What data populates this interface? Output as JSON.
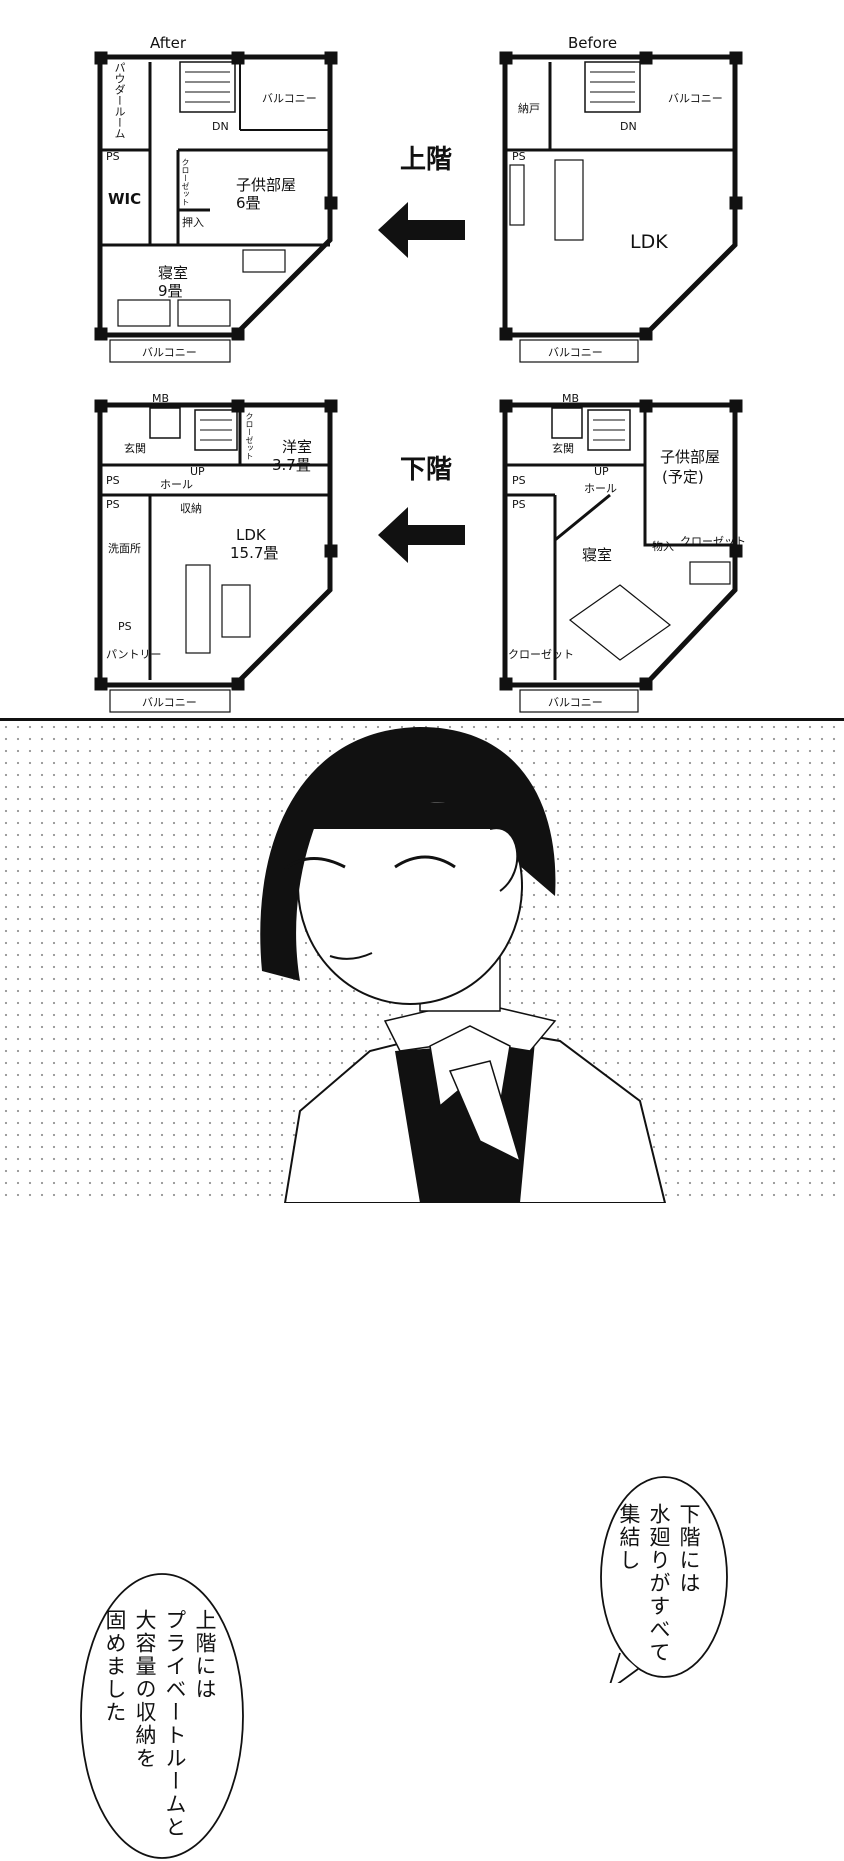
{
  "labels": {
    "after": "After",
    "before": "Before",
    "upper_floor": "上階",
    "lower_floor": "下階"
  },
  "after_upper": {
    "powder_room": "パウダールーム",
    "balcony_top": "バルコニー",
    "dn": "DN",
    "ps": "PS",
    "wic": "WIC",
    "closet": "クローゼット",
    "oshiire": "押入",
    "kids_room": "子供部屋",
    "kids_size": "6畳",
    "bedroom": "寝室",
    "bedroom_size": "9畳",
    "balcony_bottom": "バルコニー"
  },
  "before_upper": {
    "nando": "納戸",
    "dn": "DN",
    "balcony_top": "バルコニー",
    "ps": "PS",
    "ldk": "LDK",
    "balcony_bottom": "バルコニー"
  },
  "after_lower": {
    "mb": "MB",
    "genkan": "玄関",
    "up": "UP",
    "hall": "ホール",
    "closet": "クローゼット",
    "western_room": "洋室",
    "western_size": "3.7畳",
    "ps1": "PS",
    "storage": "収納",
    "ps2": "PS",
    "ldk": "LDK",
    "ldk_size": "15.7畳",
    "washroom": "洗面所",
    "ps3": "PS",
    "pantry": "パントリー",
    "balcony": "バルコニー"
  },
  "before_lower": {
    "mb": "MB",
    "genkan": "玄関",
    "up": "UP",
    "hall": "ホール",
    "kids_room": "子供部屋",
    "kids_planned": "(予定)",
    "ps1": "PS",
    "ps2": "PS",
    "bedroom": "寝室",
    "monoire": "物入",
    "closet": "クローゼット",
    "closet2": "クローゼット",
    "balcony": "バルコニー"
  },
  "speech": {
    "right_lines": [
      "下階には",
      "水廻りがすべて",
      "集結し"
    ],
    "left_lines": [
      "上階には",
      "プライベートルームと",
      "大容量の収納を",
      "固めました"
    ]
  }
}
